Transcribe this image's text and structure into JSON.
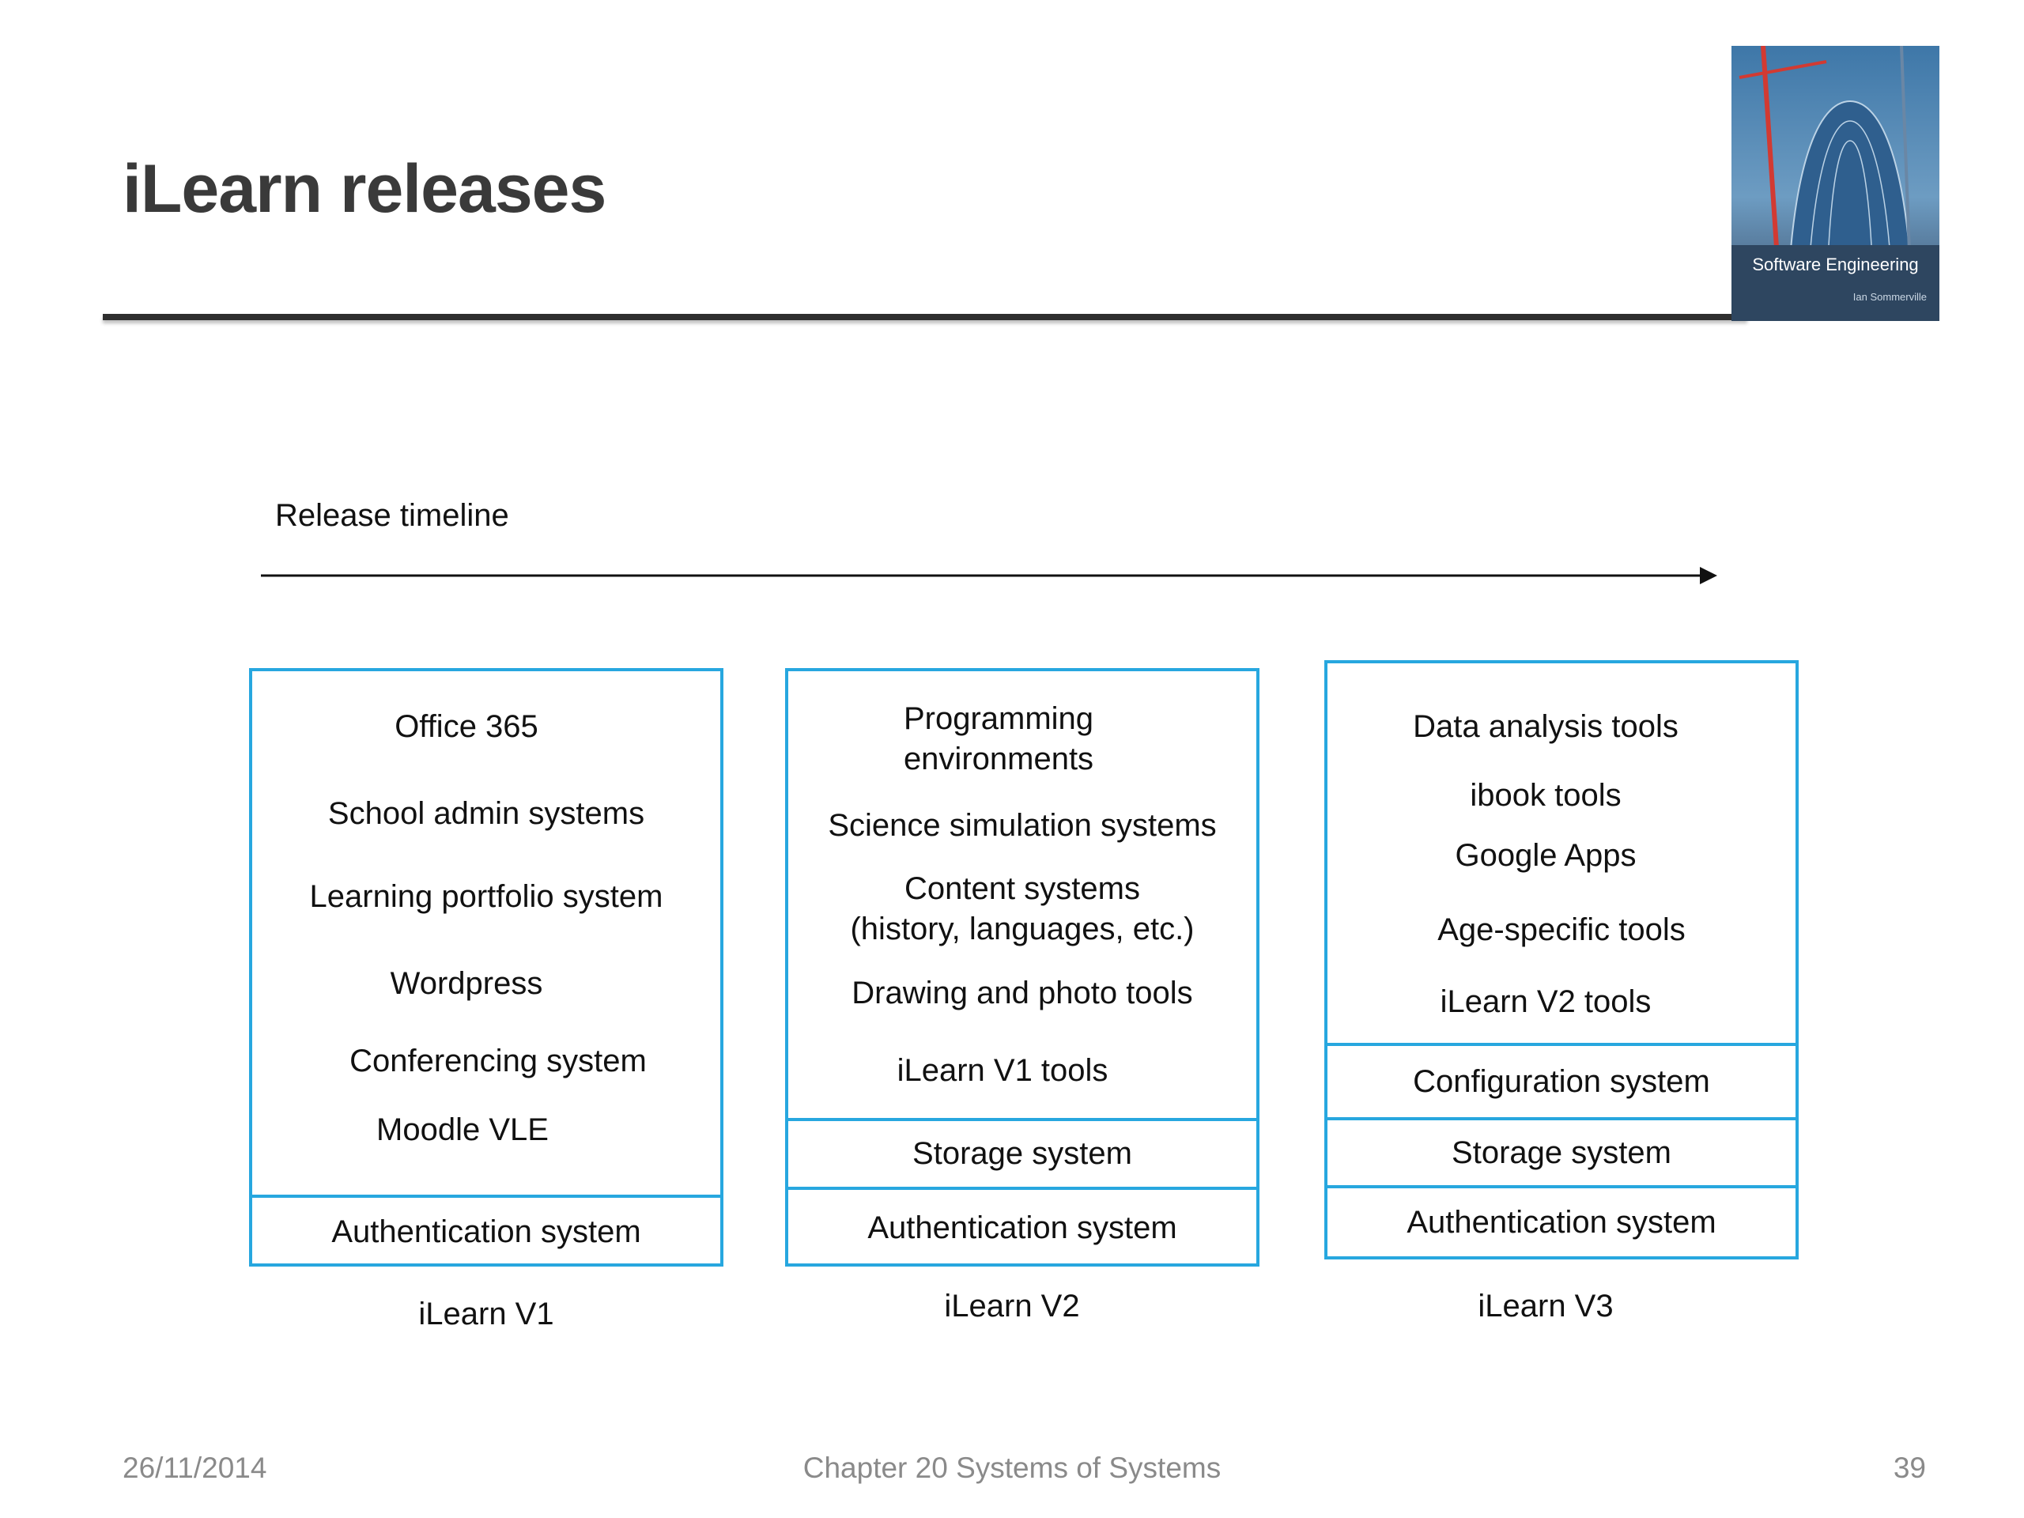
{
  "slide": {
    "title": "iLearn releases",
    "cover": {
      "title": "Software Engineering",
      "author": "Ian Sommerville"
    }
  },
  "diagram": {
    "timeline_label": "Release timeline",
    "releases": [
      {
        "name": "iLearn V1",
        "tools": [
          "Office 365",
          "School admin systems",
          "Learning portfolio system",
          "Wordpress",
          "Conferencing system",
          "Moodle VLE"
        ],
        "layers": [
          "Authentication system"
        ]
      },
      {
        "name": "iLearn V2",
        "tools": [
          "Programming\nenvironments",
          "Science simulation systems",
          "Content systems\n(history, languages, etc.)",
          "Drawing and photo tools",
          "iLearn V1 tools"
        ],
        "layers": [
          "Storage system",
          "Authentication system"
        ]
      },
      {
        "name": "iLearn V3",
        "tools": [
          "Data analysis tools",
          "ibook tools",
          "Google Apps",
          "Age-specific tools",
          "iLearn V2 tools"
        ],
        "layers": [
          "Configuration system",
          "Storage system",
          "Authentication system"
        ]
      }
    ]
  },
  "footer": {
    "date": "26/11/2014",
    "chapter": "Chapter 20 Systems of Systems",
    "page": "39"
  },
  "colors": {
    "box_border": "#27a7df",
    "title": "#3a3a3a",
    "footer": "#8a8a8a"
  }
}
